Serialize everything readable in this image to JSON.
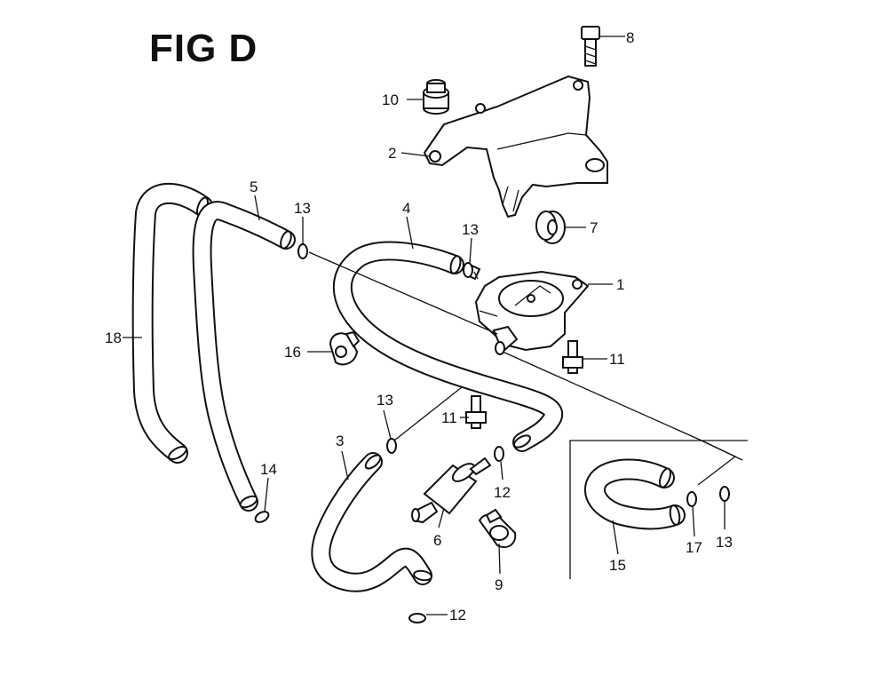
{
  "figure": {
    "title": "FIG D"
  },
  "callouts": [
    {
      "id": "c8",
      "label": "8"
    },
    {
      "id": "c10",
      "label": "10"
    },
    {
      "id": "c2",
      "label": "2"
    },
    {
      "id": "c5",
      "label": "5"
    },
    {
      "id": "c13a",
      "label": "13"
    },
    {
      "id": "c4",
      "label": "4"
    },
    {
      "id": "c13b",
      "label": "13"
    },
    {
      "id": "c7",
      "label": "7"
    },
    {
      "id": "c1",
      "label": "1"
    },
    {
      "id": "c18",
      "label": "18"
    },
    {
      "id": "c16",
      "label": "16"
    },
    {
      "id": "c11a",
      "label": "11"
    },
    {
      "id": "c13c",
      "label": "13"
    },
    {
      "id": "c11b",
      "label": "11"
    },
    {
      "id": "c3",
      "label": "3"
    },
    {
      "id": "c14",
      "label": "14"
    },
    {
      "id": "c12a",
      "label": "12"
    },
    {
      "id": "c6",
      "label": "6"
    },
    {
      "id": "c9",
      "label": "9"
    },
    {
      "id": "c15",
      "label": "15"
    },
    {
      "id": "c17",
      "label": "17"
    },
    {
      "id": "c13d",
      "label": "13"
    },
    {
      "id": "c12b",
      "label": "12"
    }
  ]
}
